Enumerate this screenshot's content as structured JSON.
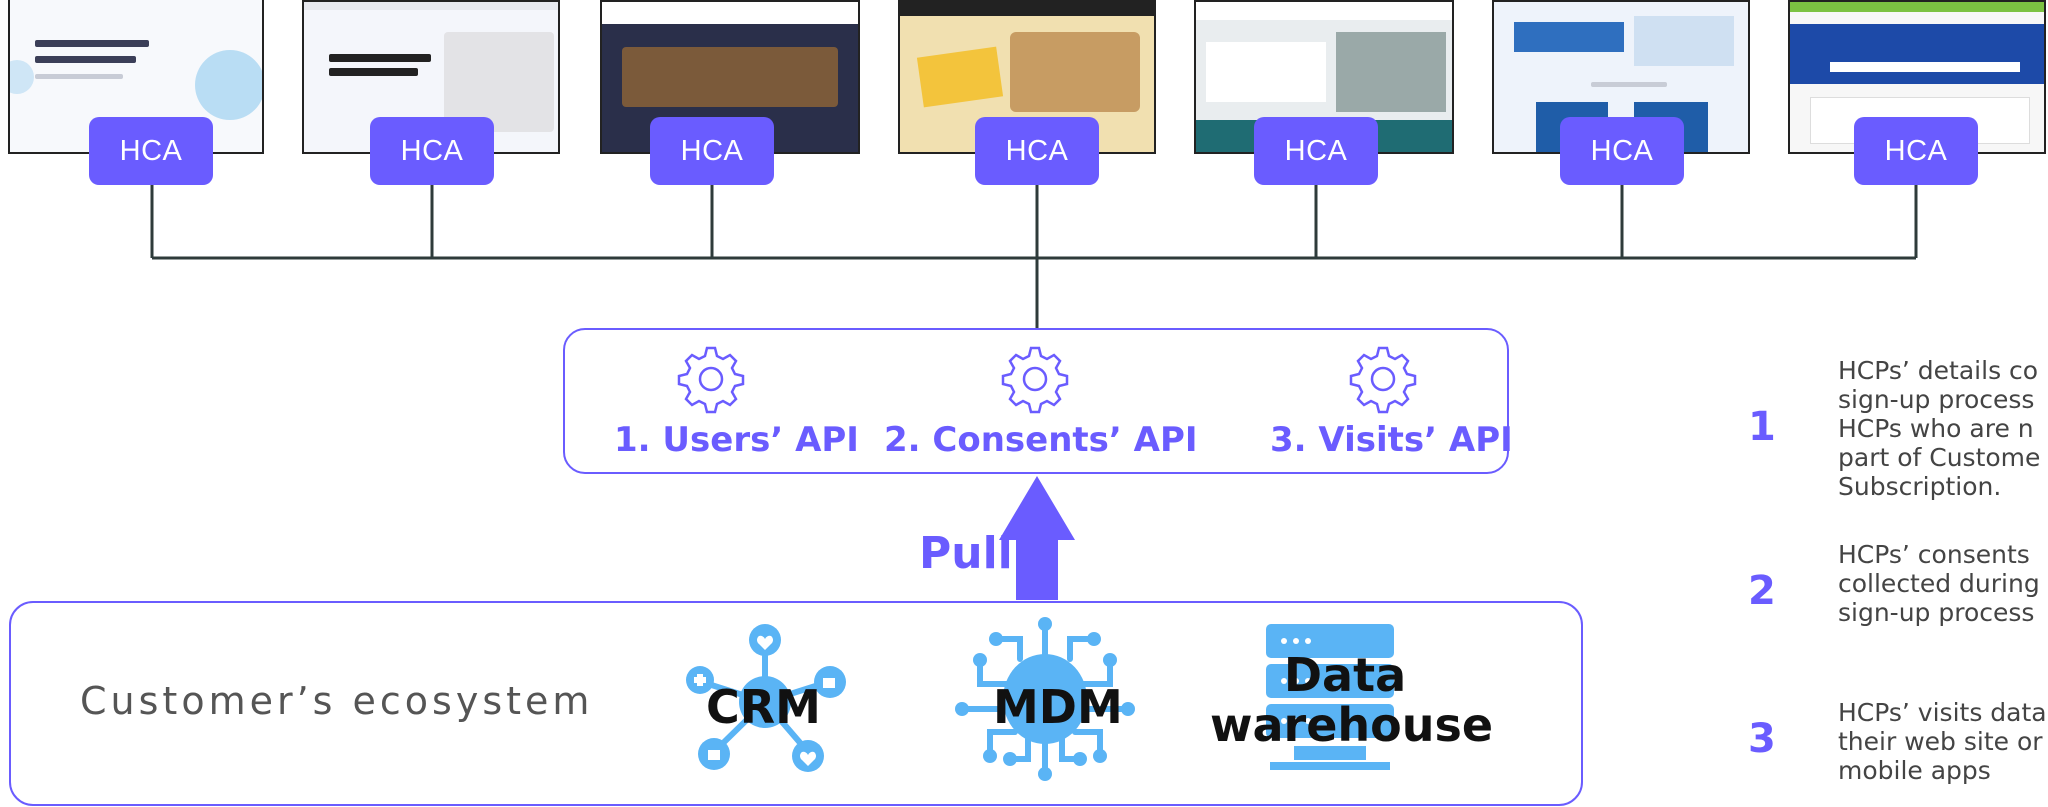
{
  "hca_label": "HCA",
  "apis": [
    {
      "label": "1. Users’ API",
      "icon": "gear-icon"
    },
    {
      "label": "2. Consents’ API",
      "icon": "gear-icon"
    },
    {
      "label": "3. Visits’ API",
      "icon": "gear-icon"
    }
  ],
  "pull_label": "Pull",
  "ecosystem": {
    "label": "Customer’s ecosystem",
    "systems": [
      {
        "label": "CRM",
        "icon": "network-hub-icon"
      },
      {
        "label": "MDM",
        "icon": "circuit-brain-icon"
      },
      {
        "label": "Data\nwarehouse",
        "icon": "server-stack-icon"
      }
    ]
  },
  "legend": [
    {
      "number": "1",
      "text": "HCPs’ details co\nsign-up process\nHCPs who are n\npart of Custome\nSubscription."
    },
    {
      "number": "2",
      "text": "HCPs’ consents\ncollected during\nsign-up process"
    },
    {
      "number": "3",
      "text": "HCPs’ visits data\ntheir web site or\nmobile apps"
    }
  ],
  "colors": {
    "accent": "#6a5cff",
    "light_blue": "#5ab4f5",
    "line": "#2e3b3a"
  }
}
